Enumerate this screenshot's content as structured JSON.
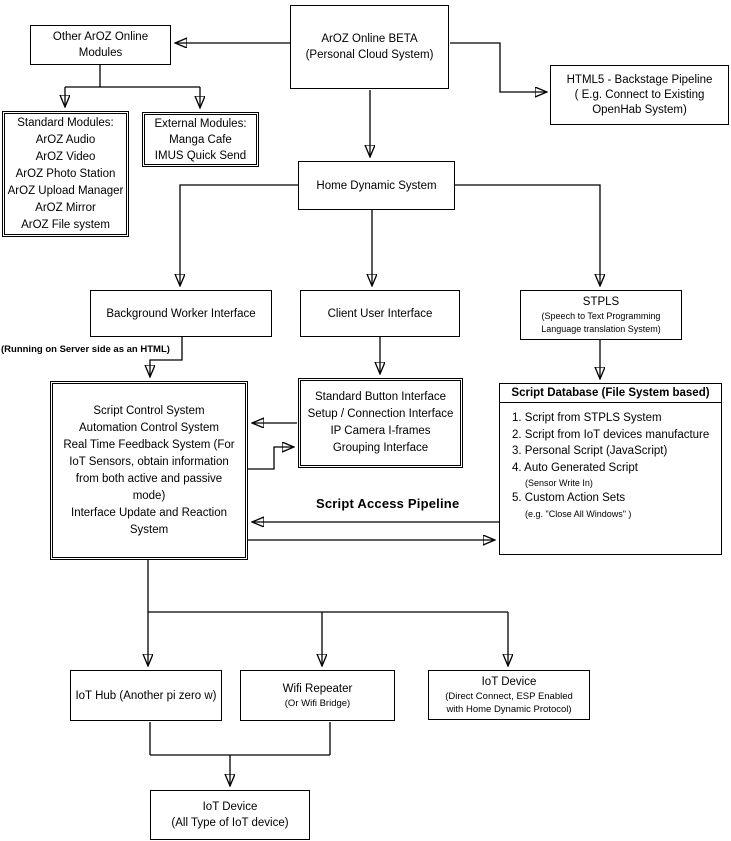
{
  "diagram_title": "ArOZ Online BETA architecture flowchart",
  "colors": {
    "background": "#ffffff",
    "line": "#000000",
    "text": "#000000",
    "box_fill": "#ffffff"
  },
  "nodes": {
    "aroz_beta": {
      "lines": [
        "ArOZ Online BETA",
        "(Personal Cloud System)"
      ]
    },
    "other_modules": {
      "lines": [
        "Other ArOZ Online",
        "Modules"
      ]
    },
    "html5_backstage": {
      "lines": [
        "HTML5 - Backstage Pipeline",
        "( E.g. Connect to Existing",
        "OpenHab System)"
      ]
    },
    "standard_modules": {
      "lines": [
        "Standard Modules:",
        "ArOZ Audio",
        "ArOZ Video",
        "ArOZ Photo Station",
        "ArOZ Upload Manager",
        "ArOZ Mirror",
        "ArOZ File system"
      ]
    },
    "external_modules": {
      "lines": [
        "External Modules:",
        "Manga Cafe",
        "IMUS Quick Send"
      ]
    },
    "home_dynamic": {
      "label": "Home Dynamic System"
    },
    "background_worker": {
      "label": "Background Worker Interface"
    },
    "client_user": {
      "label": "Client User Interface"
    },
    "stpls": {
      "title": "STPLS",
      "sub1": "(Speech to Text Programming",
      "sub2": "Language translation System)"
    },
    "script_control": {
      "lines": [
        "Script Control System",
        "Automation Control System",
        "Real Time Feedback System (For IoT Sensors, obtain information from both active and passive mode)",
        "Interface Update and Reaction System"
      ]
    },
    "client_interfaces": {
      "lines": [
        "Standard Button Interface",
        "Setup / Connection Interface",
        "IP Camera I-frames",
        "Grouping Interface"
      ]
    },
    "script_db": {
      "header": "Script Database (File System based)",
      "item1": "1. Script from STPLS System",
      "item2": "2. Script from IoT devices manufacture",
      "item3": "3. Personal Script (JavaScript)",
      "item4": "4. Auto Generated Script",
      "item4_sub": "(Sensor Write In)",
      "item5": "5. Custom Action Sets",
      "item5_sub": "(e.g. \"Close All Windows\" )"
    },
    "iot_hub": {
      "label": "IoT Hub (Another pi zero w)"
    },
    "wifi_repeater": {
      "title": "Wifi Repeater",
      "sub": "(Or Wifi Bridge)"
    },
    "iot_device_direct": {
      "title": "IoT Device",
      "sub1": "(Direct Connect, ESP Enabled",
      "sub2": "with Home Dynamic Protocol)"
    },
    "iot_device_all": {
      "lines": [
        "IoT Device",
        "(All Type of IoT device)"
      ]
    }
  },
  "labels": {
    "running_note": "(Running on Server side as an HTML)",
    "script_access_pipeline": "Script Access Pipeline"
  }
}
